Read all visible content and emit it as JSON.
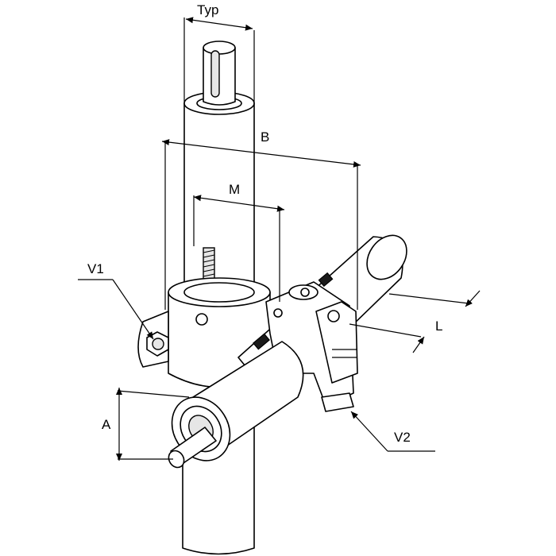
{
  "labels": {
    "typ": "Typ",
    "b": "B",
    "m": "M",
    "v1": "V1",
    "l": "L",
    "a": "A",
    "v2": "V2"
  },
  "colors": {
    "line": "#000000",
    "background": "#ffffff",
    "shade": "#e6e6e6"
  }
}
